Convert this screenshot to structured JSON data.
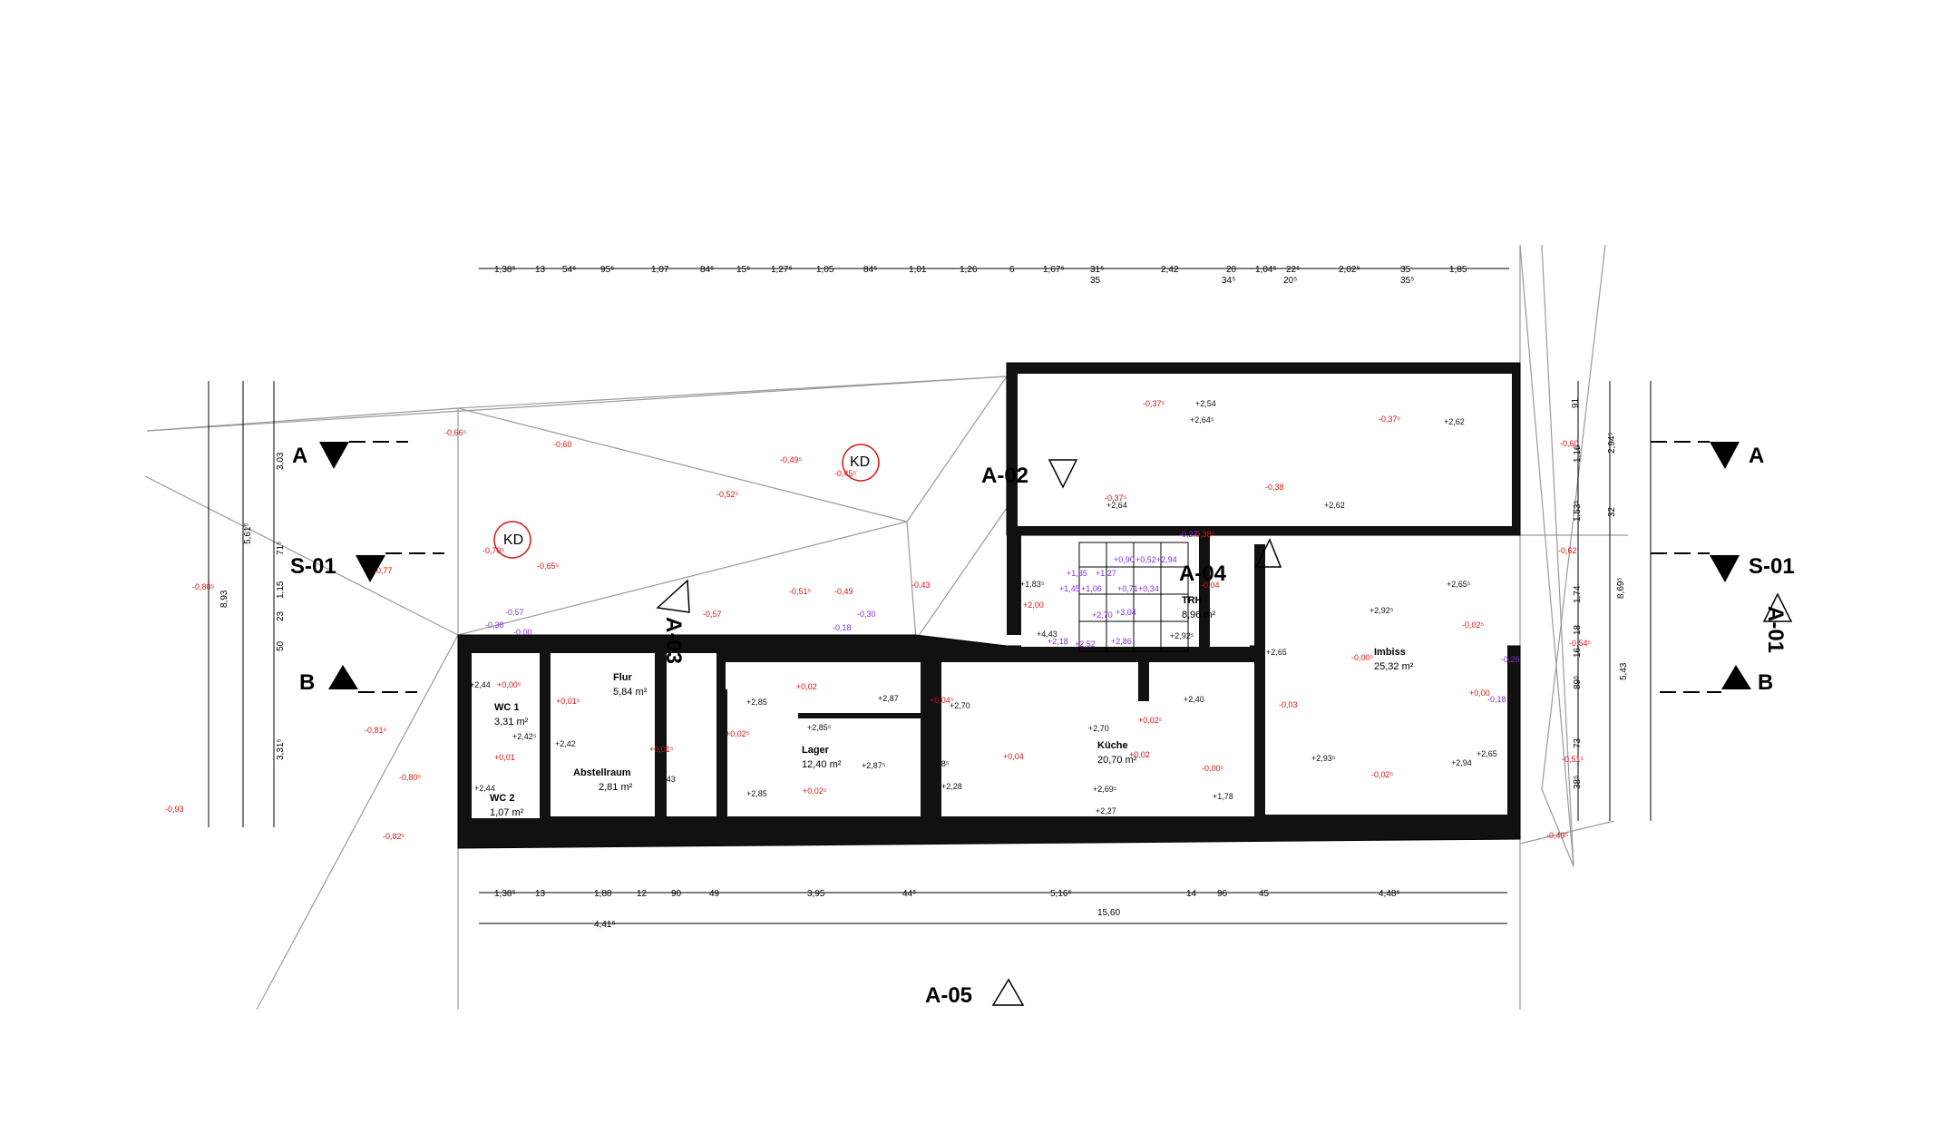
{
  "view_labels": {
    "a02": "A-02",
    "a03": "A-03",
    "a04": "A-04",
    "a05": "A-05",
    "a01": "A-01",
    "s01_left": "S-01",
    "s01_right": "S-01",
    "a_left": "A",
    "a_right": "A",
    "b_left": "B",
    "b_right": "B",
    "kd1": "KD",
    "kd2": "KD"
  },
  "rooms": {
    "flur": {
      "name": "Flur",
      "area": "5,84 m²"
    },
    "wc1": {
      "name": "WC 1",
      "area": "3,31 m²"
    },
    "abstell": {
      "name": "Abstellraum",
      "area": "2,81 m²"
    },
    "wc2": {
      "name": "WC 2",
      "area": "1,07 m²"
    },
    "lager": {
      "name": "Lager",
      "area": "12,40 m²"
    },
    "kueche": {
      "name": "Küche",
      "area": "20,70 m²"
    },
    "trh": {
      "name": "TRH",
      "area": "8,96 m²"
    },
    "imbiss": {
      "name": "Imbiss",
      "area": "25,32 m²"
    }
  },
  "top_dims": [
    "1,38⁵",
    "13",
    "54⁵",
    "95⁵",
    "1,07",
    "84⁵",
    "15⁵",
    "1,27⁵",
    "1,05",
    "84⁵",
    "1,01",
    "1,26",
    "6",
    "1,67⁵",
    "31⁵",
    "2,42",
    "20",
    "1,04⁵",
    "22⁵",
    "2,02⁵",
    "35",
    "1,85"
  ],
  "top_dims_sub": [
    "35",
    "34⁵",
    "20⁵",
    "35⁵"
  ],
  "bottom_dims": [
    "1,38⁵",
    "13",
    "1,88",
    "12",
    "90",
    "49",
    "3,95",
    "44⁵",
    "5,16⁵",
    "14",
    "96",
    "45",
    "4,48⁵"
  ],
  "bottom_totals": [
    "4,41⁵",
    "15,60"
  ],
  "left_dims": [
    "3,03",
    "5,61⁵",
    "71⁵",
    "8,93",
    "1,15",
    "23",
    "50",
    "3,31⁵"
  ],
  "right_dims": [
    "91",
    "1,16",
    "2,94⁵",
    "1,53⁵",
    "32",
    "8,69⁵",
    "1,74",
    "18",
    "16",
    "89⁵",
    "5,43",
    "73",
    "38⁵"
  ],
  "red_levels": [
    "-0,66⁵",
    "-0,60",
    "-0,49⁵",
    "-0,45⁵",
    "-0,52⁵",
    "-0,70⁵",
    "-0,65⁵",
    "-0,77",
    "-0,80⁵",
    "-0,81⁵",
    "-0,80⁵",
    "-0,93",
    "-0,82⁵",
    "-0,57",
    "-0,51⁵",
    "-0,49",
    "-0,43",
    "-0,37⁵",
    "-0,37⁵",
    "-0,37⁵",
    "-0,38",
    "-0,38⁵",
    "-0,60",
    "-0,62",
    "-0,54⁵",
    "-0,51⁵",
    "-0,49⁵",
    "+0,00⁵",
    "+0,01⁵",
    "+0,01⁵",
    "+0,01",
    "+0,02",
    "+0,02⁵",
    "+0,02⁵",
    "+0,04⁵",
    "+0,04",
    "+0,02⁵",
    "+0,02",
    "-0,03",
    "-0,00⁵",
    "-0,02⁵",
    "-0,02⁵",
    "+0,00",
    "-0,00⁵",
    "-0,04",
    "+2,00"
  ],
  "black_levels": [
    "+2,54",
    "+2,64⁵",
    "+2,62",
    "+2,64",
    "+2,62",
    "+2,44",
    "+2,42⁵",
    "+2,42",
    "+2,43",
    "+2,44",
    "+2,85",
    "+2,87",
    "+2,85⁵",
    "+2,70",
    "+2,87⁵",
    "+2,85",
    "+1,88⁵",
    "+2,28",
    "+2,70",
    "+2,69⁵",
    "+2,27",
    "+2,40",
    "+1,78",
    "+1,83⁵",
    "+4,43",
    "+2,92⁵",
    "+2,65",
    "+2,92⁵",
    "+2,65⁵",
    "+2,93⁵",
    "+2,94",
    "+2,65"
  ],
  "purple_levels": [
    "-0,27",
    "+1,85",
    "+1,27",
    "+0,90",
    "+0,52",
    "+2,94",
    "+1,45",
    "+1,06",
    "+0,71",
    "+0,34",
    "+2,70",
    "+3,04",
    "+2,18",
    "+2,52",
    "+2,86",
    "-0,30",
    "-0,18",
    "-0,38",
    "-0,00",
    "-0,57",
    "-0,26",
    "-0,18"
  ],
  "colors": {
    "wall": "#000000",
    "construction": "#9a9a9a",
    "elevation_red": "#e01010",
    "stair_purple": "#8a2be2"
  }
}
